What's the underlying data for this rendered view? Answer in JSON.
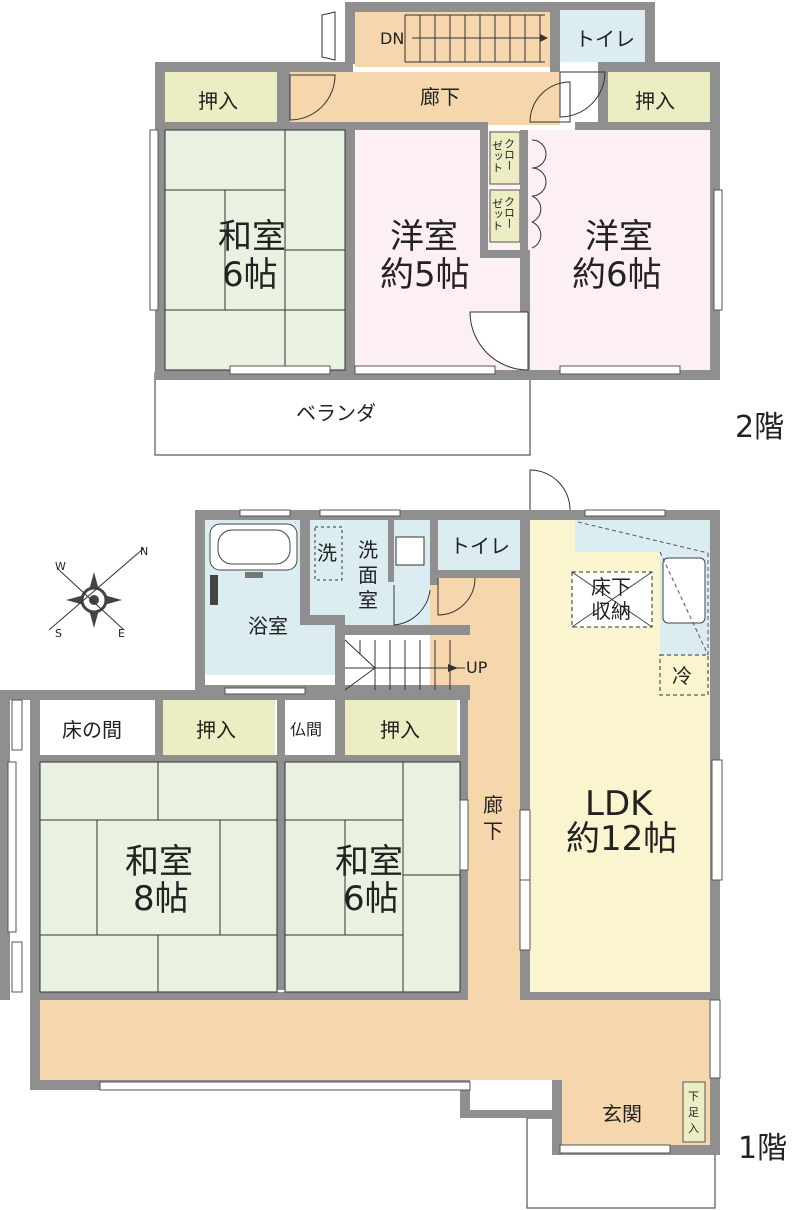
{
  "colors": {
    "wall": "#8f8f8f",
    "tatami": "#e9f2e0",
    "western": "#fcf0f2",
    "corridor": "#f6d7ad",
    "ldk": "#faf5cf",
    "storage": "#ecedc2",
    "water": "#dcedf1",
    "white": "#ffffff",
    "line": "#444444"
  },
  "floor2": {
    "level_label": "2階",
    "dn_label": "DN",
    "toilet": "トイレ",
    "corridor": "廊下",
    "oshiire_left": "押入",
    "oshiire_right": "押入",
    "closet_1": [
      "クロー",
      "ゼット"
    ],
    "closet_2": [
      "クロー",
      "ゼット"
    ],
    "washitsu": {
      "name": "和室",
      "size": "6帖"
    },
    "yoshitsu_a": {
      "name": "洋室",
      "size": "約5帖"
    },
    "yoshitsu_b": {
      "name": "洋室",
      "size": "約6帖"
    },
    "veranda": "ベランダ"
  },
  "floor1": {
    "level_label": "1階",
    "wash_mark": "洗",
    "senmen": [
      "洗",
      "面",
      "室"
    ],
    "toilet": "トイレ",
    "bath": "浴室",
    "up_label": "UP",
    "tokonoma": "床の間",
    "oshiire_left": "押入",
    "butsuma": "仏間",
    "oshiire_right": "押入",
    "washitsu_8": {
      "name": "和室",
      "size": "8帖"
    },
    "washitsu_6": {
      "name": "和室",
      "size": "6帖"
    },
    "corridor": [
      "廊",
      "下"
    ],
    "yukashita": [
      "床下",
      "収納"
    ],
    "fridge": "冷",
    "ldk": {
      "name": "LDK",
      "size": "約12帖"
    },
    "genkan": "玄関",
    "getabako": [
      "下",
      "足",
      "入"
    ]
  },
  "compass": {
    "n": "N",
    "s": "S",
    "e": "E",
    "w": "W"
  }
}
